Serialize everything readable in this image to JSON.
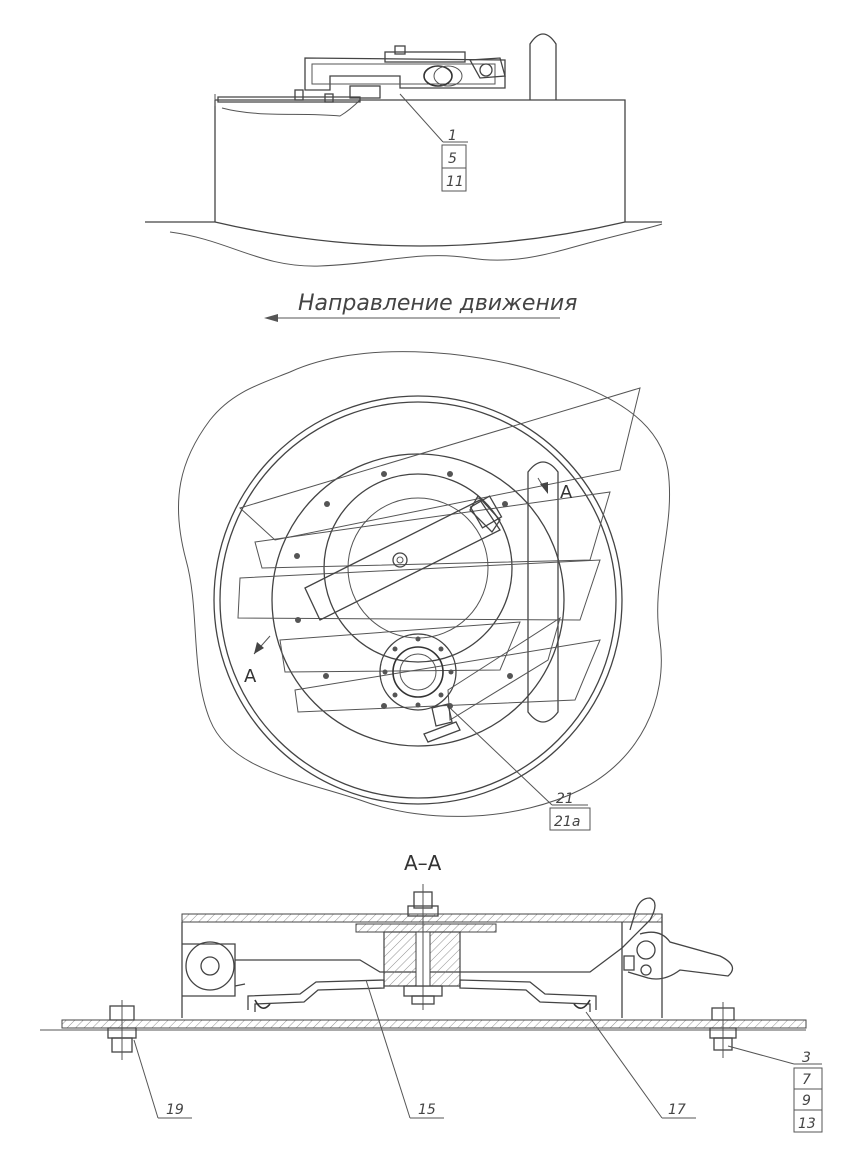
{
  "direction_label": "Направление движения",
  "section_marker": "А",
  "section_title": "А–А",
  "callouts": {
    "top": [
      "1",
      "5",
      "11"
    ],
    "plan": [
      "21",
      "21а"
    ],
    "section_left": "19",
    "section_mid": "15",
    "section_right": "17",
    "section_stack": [
      "3",
      "7",
      "9",
      "13"
    ]
  }
}
